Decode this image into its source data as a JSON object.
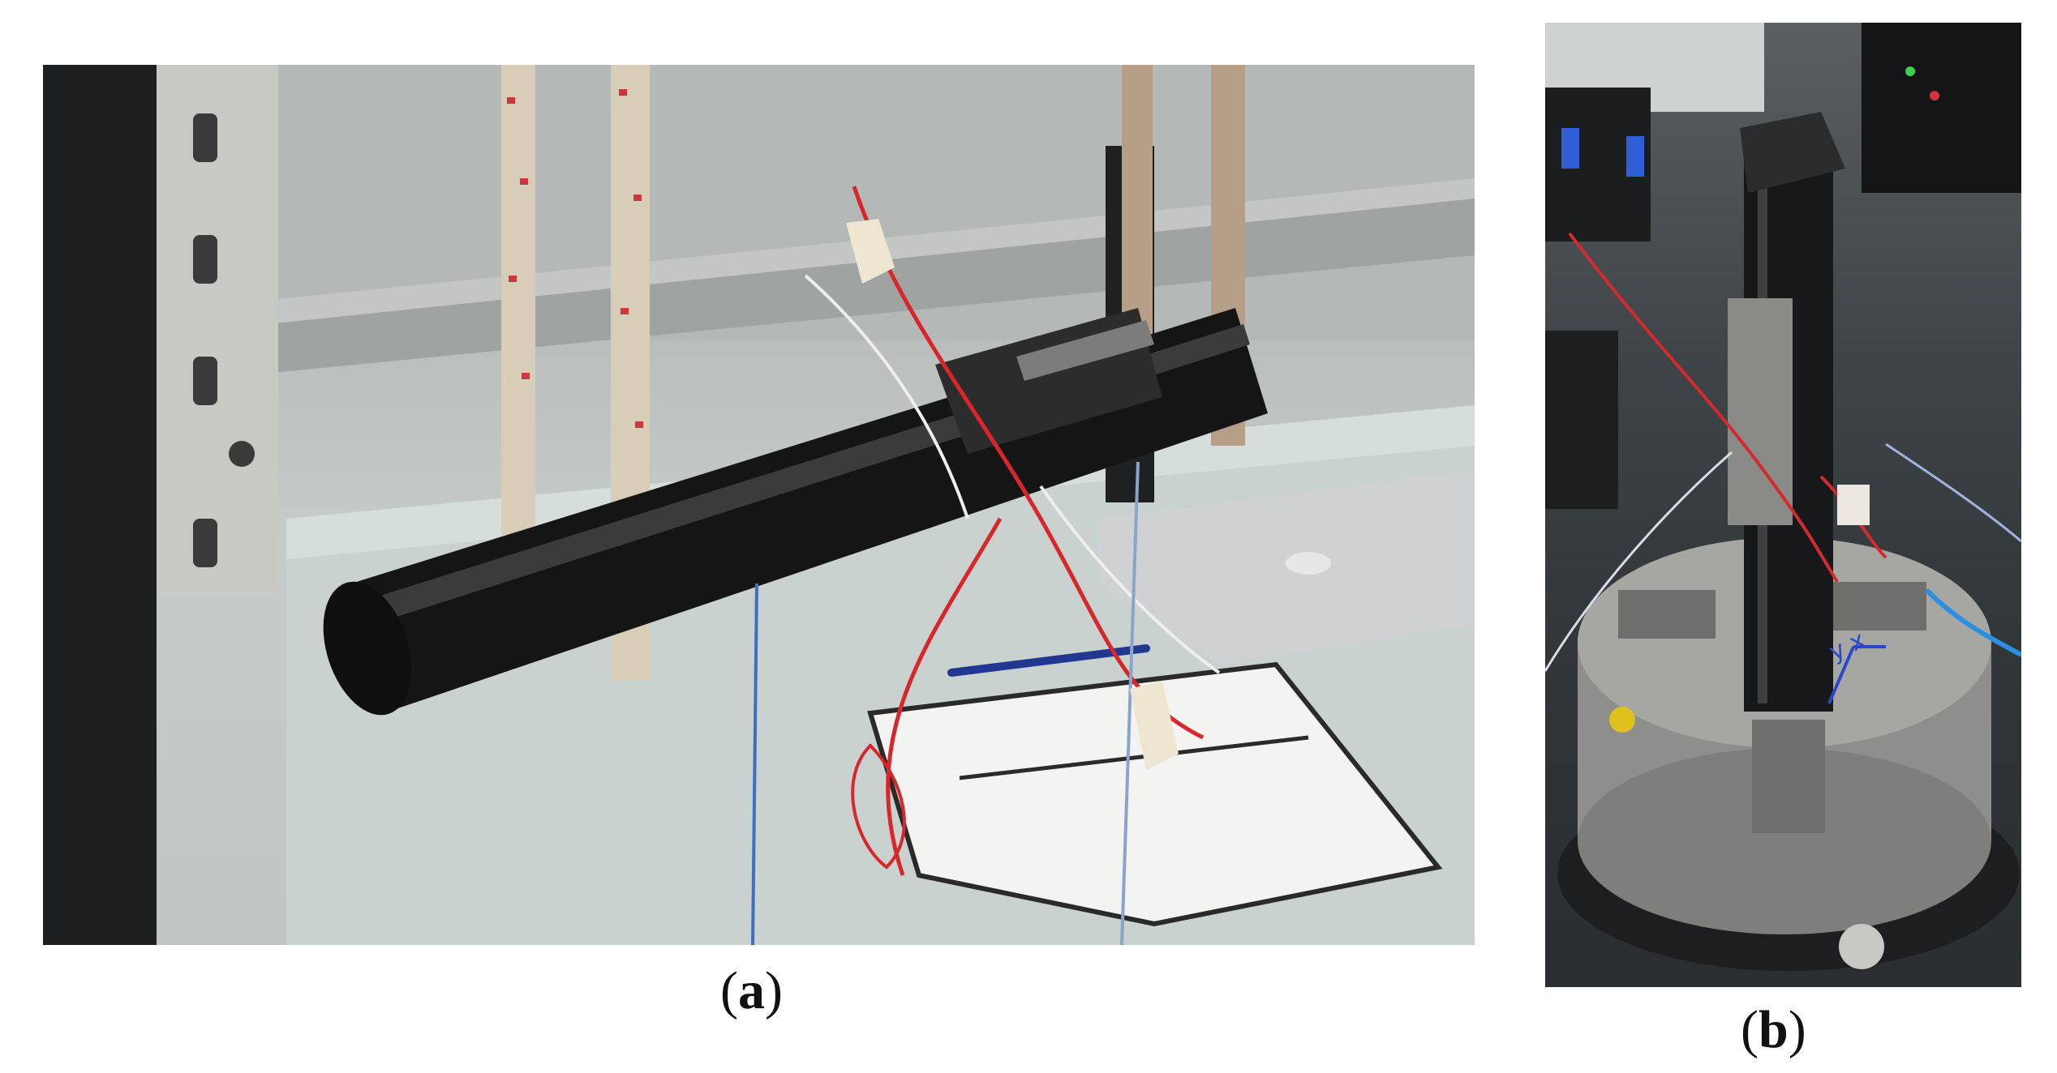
{
  "figure": {
    "panels": [
      {
        "id": "a",
        "caption_open": "(",
        "caption_label": "a",
        "caption_close": ")",
        "scene": "suspended-tube-on-ropes",
        "colors": {
          "tube": "#151515",
          "rope": "#d8cdb6",
          "wire_red": "#d8262b",
          "shelf_post": "#1e1f20",
          "shelf_bracket": "#c9c9c4"
        }
      },
      {
        "id": "b",
        "caption_open": "(",
        "caption_label": "b",
        "caption_close": ")",
        "scene": "tube-clamped-in-chuck",
        "annotation_text": "y x",
        "colors": {
          "chuck": "#9a9b98",
          "tube": "#171819",
          "wire_red": "#d42a2e",
          "annotation_blue": "#2c47c9"
        }
      }
    ]
  }
}
